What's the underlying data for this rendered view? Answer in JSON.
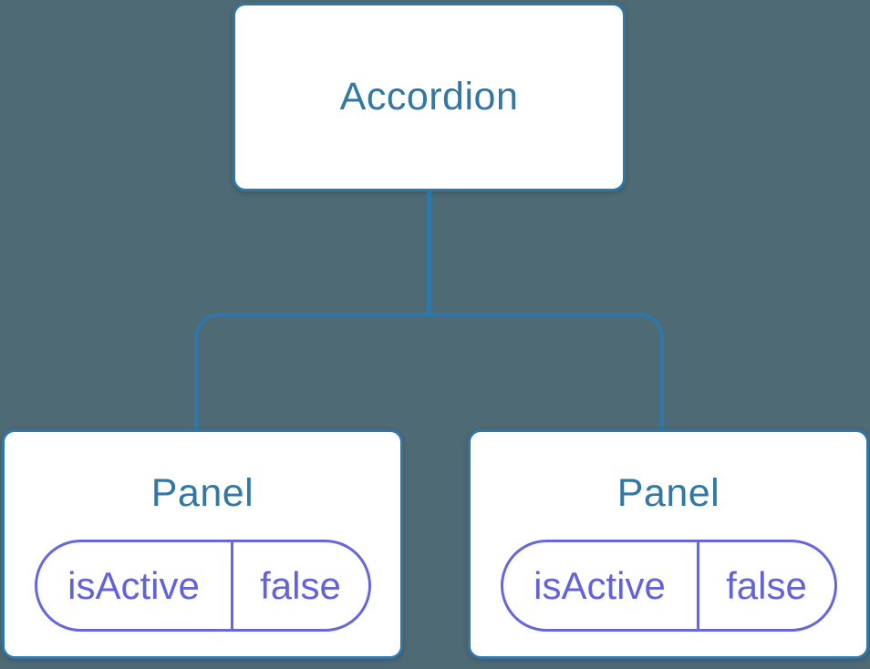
{
  "tree": {
    "root": {
      "label": "Accordion"
    },
    "children": [
      {
        "label": "Panel",
        "prop": {
          "name": "isActive",
          "value": "false"
        }
      },
      {
        "label": "Panel",
        "prop": {
          "name": "isActive",
          "value": "false"
        }
      }
    ]
  },
  "colors": {
    "background": "#4D6A75",
    "connector": "#2F76AB",
    "node_border": "#2F76AB",
    "node_fill": "#FFFFFF",
    "node_label_text": "#3377A4",
    "prop_pill_border": "#6767DD",
    "prop_pill_text": "#6262D9"
  }
}
